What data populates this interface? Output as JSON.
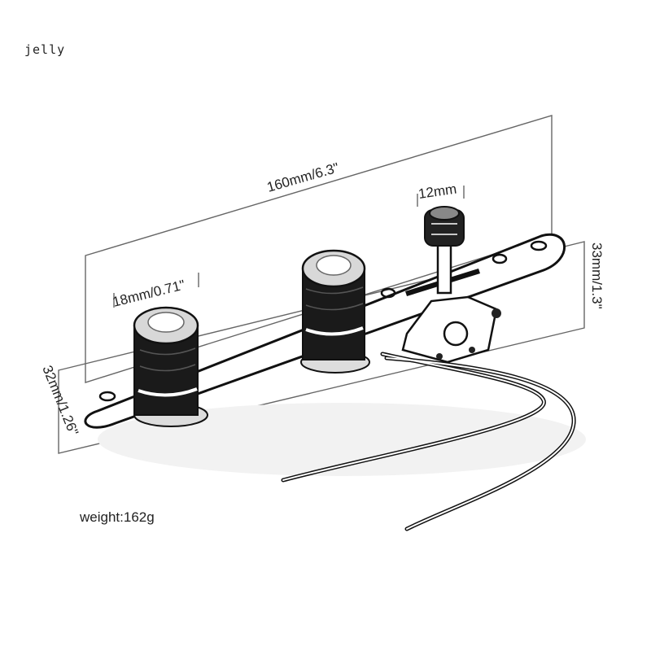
{
  "brand": "jelly",
  "dimensions": {
    "length": "160mm/6.3\"",
    "knob_diameter": "18mm/0.71\"",
    "switch_tip": "12mm",
    "plate_height_right": "33mm/1.3\"",
    "plate_width_left": "32mm/1.26\""
  },
  "weight": "weight:162g"
}
